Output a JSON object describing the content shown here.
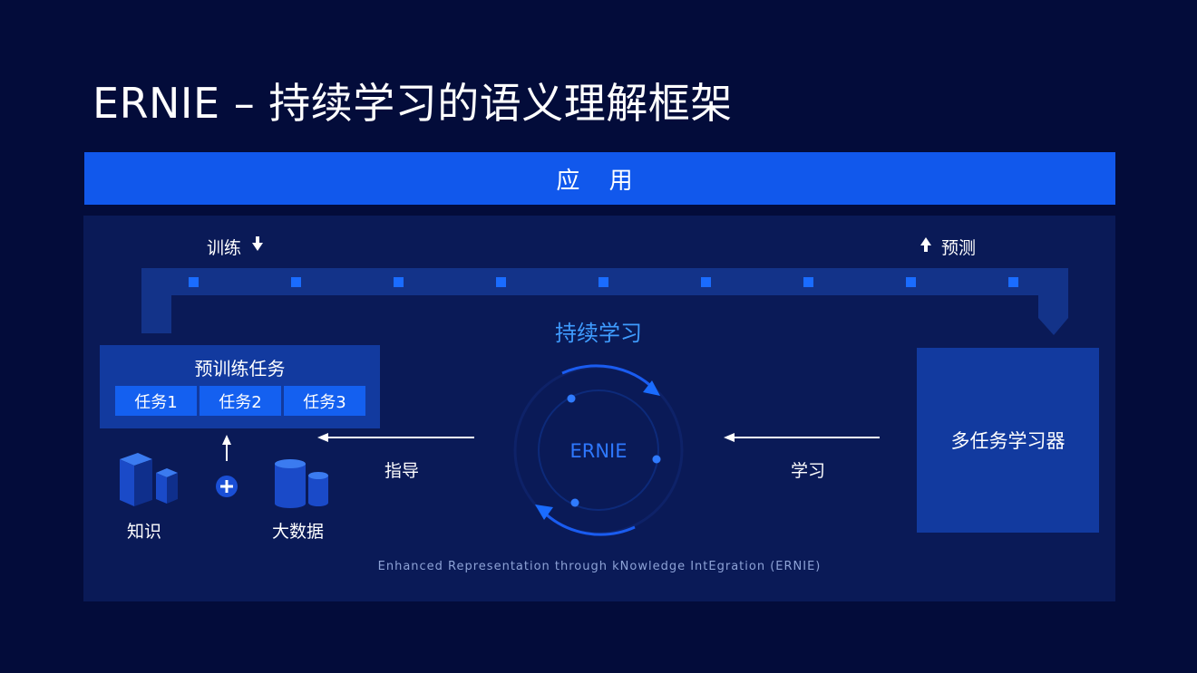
{
  "slide": {
    "title": "ERNIE – 持续学习的语义理解框架",
    "application": "应 用",
    "train_label": "训练",
    "predict_label": "预测",
    "continual_learning": "持续学习",
    "center_label": "ERNIE",
    "pretrain": {
      "title": "预训练任务",
      "tasks": [
        "任务1",
        "任务2",
        "任务3"
      ]
    },
    "multitask_learner": "多任务学习器",
    "guide_label": "指导",
    "learn_label": "学习",
    "knowledge_label": "知识",
    "big_data_label": "大数据",
    "footer": "Enhanced Representation through kNowledge IntEgration (ERNIE)"
  },
  "colors": {
    "background": "#030c3a",
    "panel": "#0a1a57",
    "accent": "#1158ec",
    "box": "#123a9f",
    "task": "#1460f0",
    "highlight": "#3f9cff"
  },
  "icons": [
    "down-arrow-icon",
    "up-arrow-icon",
    "plus-icon",
    "cube-icon",
    "database-icon",
    "cycle-arrows-icon"
  ]
}
